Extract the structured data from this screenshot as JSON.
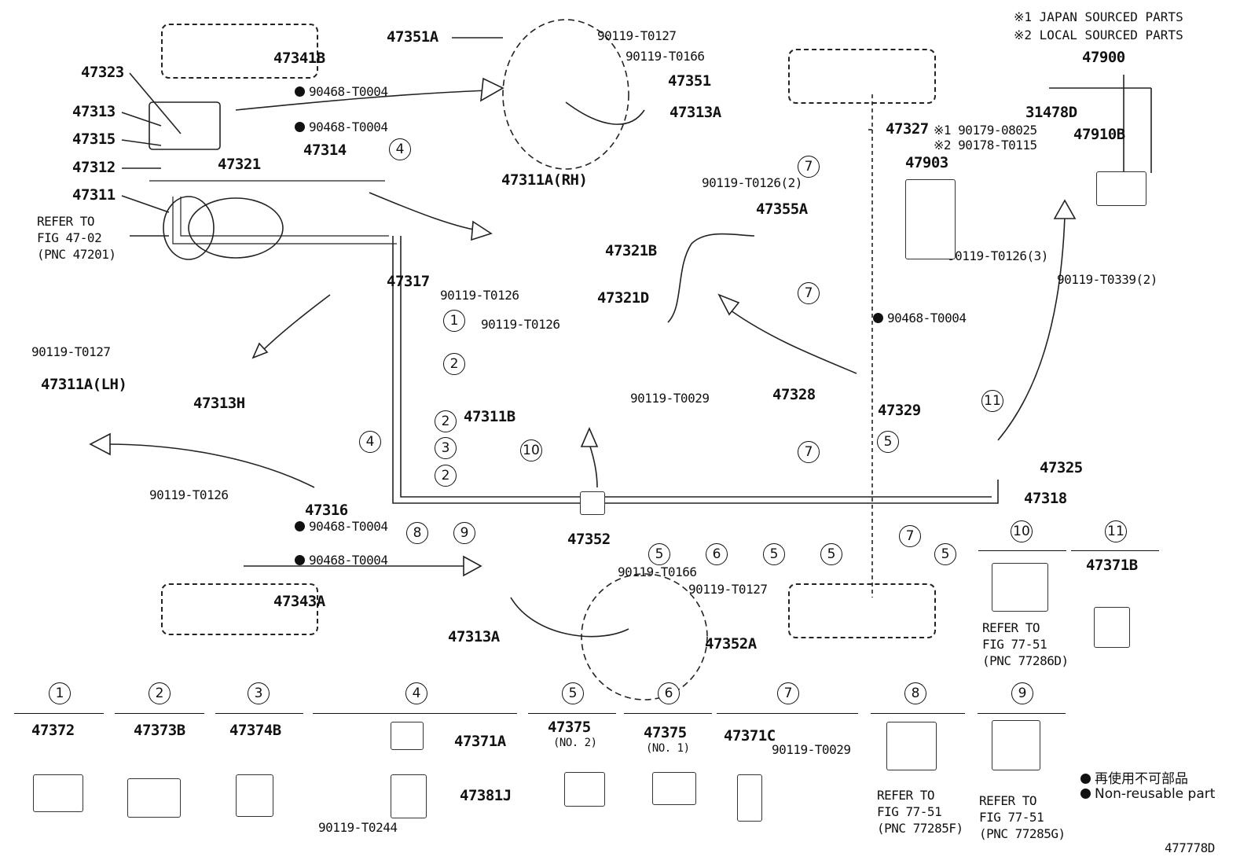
{
  "header": {
    "note1": "※1 JAPAN SOURCED PARTS",
    "note2": "※2 LOCAL SOURCED PARTS"
  },
  "diagram_id": "477778D",
  "legend": {
    "jp": "再使用不可部品",
    "en": "Non-reusable part"
  },
  "parts": {
    "p47351A": "47351A",
    "p90119T0127a": "90119-T0127",
    "p90119T0166a": "90119-T0166",
    "p47351": "47351",
    "p47313Aa": "47313A",
    "p47341B": "47341B",
    "p47323": "47323",
    "p90468a": "90468-T0004",
    "p47313": "47313",
    "p90468b": "90468-T0004",
    "p47315": "47315",
    "p47314": "47314",
    "p47312": "47312",
    "p47321": "47321",
    "p47311": "47311",
    "refer1": "REFER TO",
    "refer1b": "FIG 47-02",
    "refer1c": "(PNC 47201)",
    "p47311ARH": "47311A(RH)",
    "p90119T0126a": "90119-T0126",
    "p47317": "47317",
    "p90119T0127b": "90119-T0127",
    "p47313H": "47313H",
    "p47311ALH": "47311A(LH)",
    "p90119T0126b": "90119-T0126",
    "p47316": "47316",
    "p90468c": "90468-T0004",
    "p90468d": "90468-T0004",
    "p47343A": "47343A",
    "p90119T0126c": "90119-T0126",
    "p47311B": "47311B",
    "p47321B": "47321B",
    "p47321D": "47321D",
    "p90119T0029a": "90119-T0029",
    "p47352": "47352",
    "p90119T0166b": "90119-T0166",
    "p90119T0127c": "90119-T0127",
    "p47313Ab": "47313A",
    "p47352A": "47352A",
    "p47327": "47327",
    "p90119T0126d": "90119-T0126(2)",
    "p47355A": "47355A",
    "p90468e": "90468-T0004",
    "p47328": "47328",
    "p47329": "47329",
    "p47325": "47325",
    "p47318": "47318",
    "p47900": "47900",
    "p31478D": "31478D",
    "p90179": "※1 90179-08025",
    "p90178": "※2 90178-T0115",
    "p47910B": "47910B",
    "p47903": "47903",
    "p90119T0126e": "90119-T0126(3)",
    "p90119T0339": "90119-T0339(2)",
    "refer10a": "REFER TO",
    "refer10b": "FIG 77-51",
    "refer10c": "(PNC 77286D)",
    "p47371B": "47371B"
  },
  "bottom": {
    "c1": "47372",
    "c2": "47373B",
    "c3": "47374B",
    "c4a": "47371A",
    "c4b": "47381J",
    "c4c": "90119-T0244",
    "c5": "47375",
    "c5n": "(NO. 2)",
    "c6": "47375",
    "c6n": "(NO. 1)",
    "c7": "47371C",
    "c7b": "90119-T0029",
    "c8a": "REFER TO",
    "c8b": "FIG 77-51",
    "c8c": "(PNC 77285F)",
    "c9a": "REFER TO",
    "c9b": "FIG 77-51",
    "c9c": "(PNC 77285G)"
  },
  "circles": {
    "n1": "1",
    "n2": "2",
    "n3": "3",
    "n4": "4",
    "n5": "5",
    "n6": "6",
    "n7": "7",
    "n8": "8",
    "n9": "9",
    "n10": "10",
    "n11": "11"
  }
}
